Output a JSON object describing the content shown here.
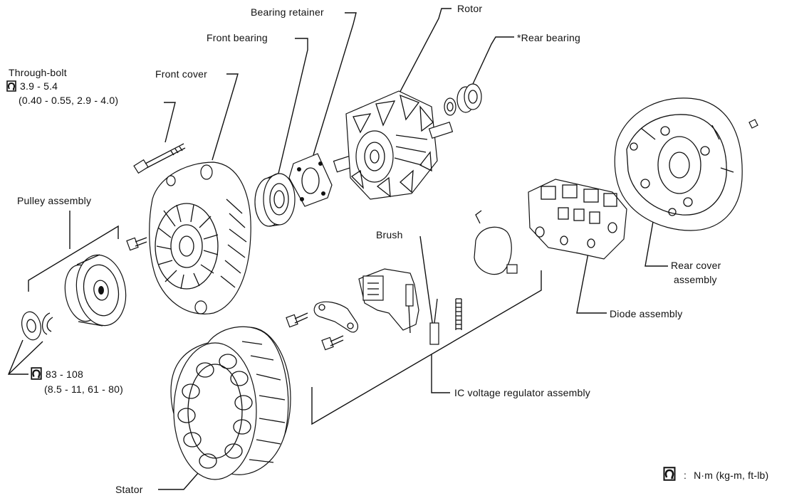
{
  "labels": {
    "through_bolt": "Through-bolt",
    "through_bolt_torque": "3.9 - 5.4",
    "through_bolt_torque_alt": "(0.40 - 0.55, 2.9 - 4.0)",
    "front_cover": "Front cover",
    "front_bearing": "Front bearing",
    "bearing_retainer": "Bearing retainer",
    "rotor": "Rotor",
    "rear_bearing": "*Rear bearing",
    "pulley_assembly": "Pulley assembly",
    "brush": "Brush",
    "rear_cover_line1": "Rear cover",
    "rear_cover_line2": "assembly",
    "diode_assembly": "Diode assembly",
    "pulley_torque": "83 - 108",
    "pulley_torque_alt": "(8.5 - 11, 61 - 80)",
    "ic_regulator": "IC voltage regulator assembly",
    "stator": "Stator",
    "legend_text": "N·m (kg-m, ft-lb)",
    "legend_colon": ":"
  },
  "icons": {
    "torque": "torque-wrench-icon"
  },
  "colors": {
    "ink": "#111111",
    "paper": "#ffffff"
  }
}
